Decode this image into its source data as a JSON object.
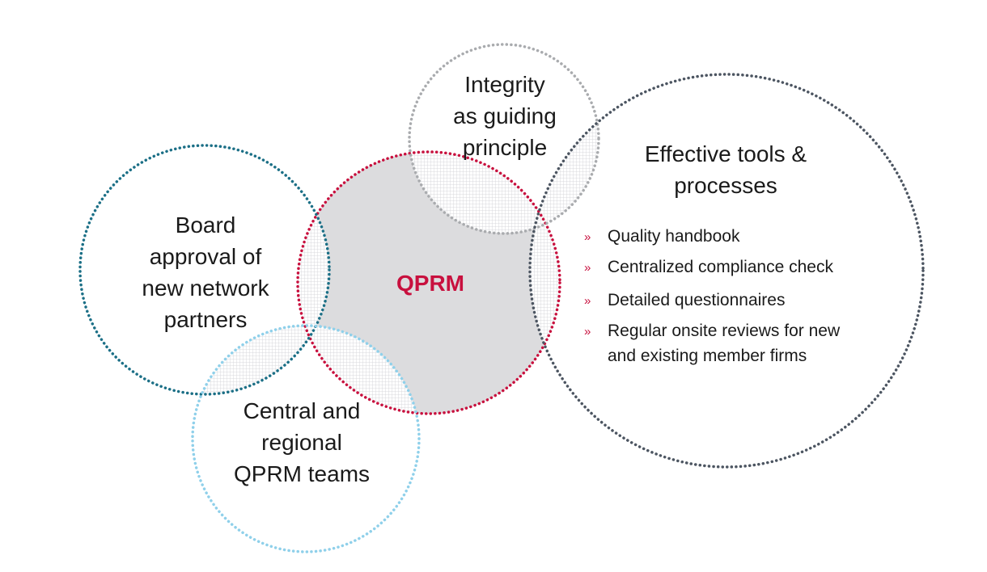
{
  "center": {
    "label": "QPRM"
  },
  "circles": {
    "integrity": {
      "lines": [
        "Integrity",
        "as guiding",
        "principle"
      ]
    },
    "board": {
      "lines": [
        "Board",
        "approval of",
        "new network",
        "partners"
      ]
    },
    "teams": {
      "lines": [
        "Central and",
        "regional",
        "QPRM teams"
      ]
    },
    "tools": {
      "title_lines": [
        "Effective tools &",
        "processes"
      ],
      "bullet_marker": "»",
      "bullets": [
        {
          "lines": [
            "Quality handbook"
          ]
        },
        {
          "lines": [
            "Centralized compliance check"
          ]
        },
        {
          "lines": [
            "Detailed questionnaires"
          ]
        },
        {
          "lines": [
            "Regular onsite reviews for new",
            "and existing member firms"
          ]
        }
      ]
    }
  },
  "colors": {
    "center_stroke": "#c8103e",
    "center_text": "#c8103e",
    "center_fill": "#dcdcde",
    "board_stroke": "#1b6f86",
    "teams_stroke": "#8fd0ea",
    "integrity_stroke": "#a9abae",
    "tools_stroke": "#4c5561",
    "overlap_fill": "#e3e3e5",
    "bullet_color": "#c8103e"
  }
}
